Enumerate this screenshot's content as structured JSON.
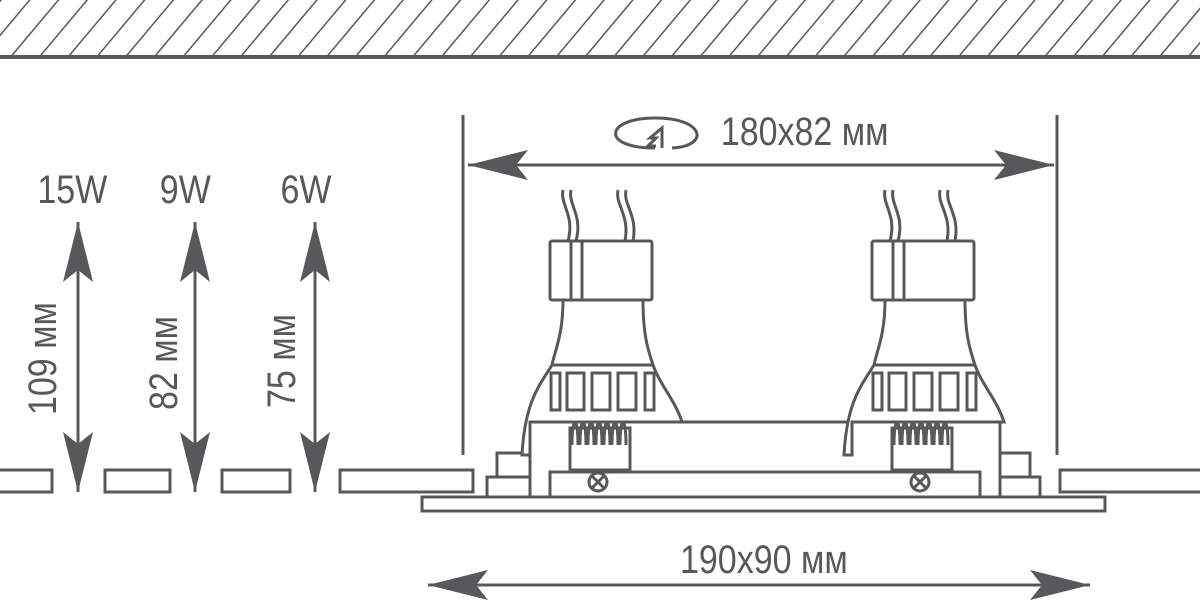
{
  "dimensions": {
    "cutout": "180x82 мм",
    "overall": "190x90 мм"
  },
  "heights": [
    {
      "power": "15W",
      "height": "109 мм"
    },
    {
      "power": "9W",
      "height": "82 мм"
    },
    {
      "power": "6W",
      "height": "75 мм"
    }
  ],
  "icons": {
    "rotate": "rotate-icon"
  },
  "colors": {
    "line": "#58585a",
    "background": "#ffffff"
  }
}
